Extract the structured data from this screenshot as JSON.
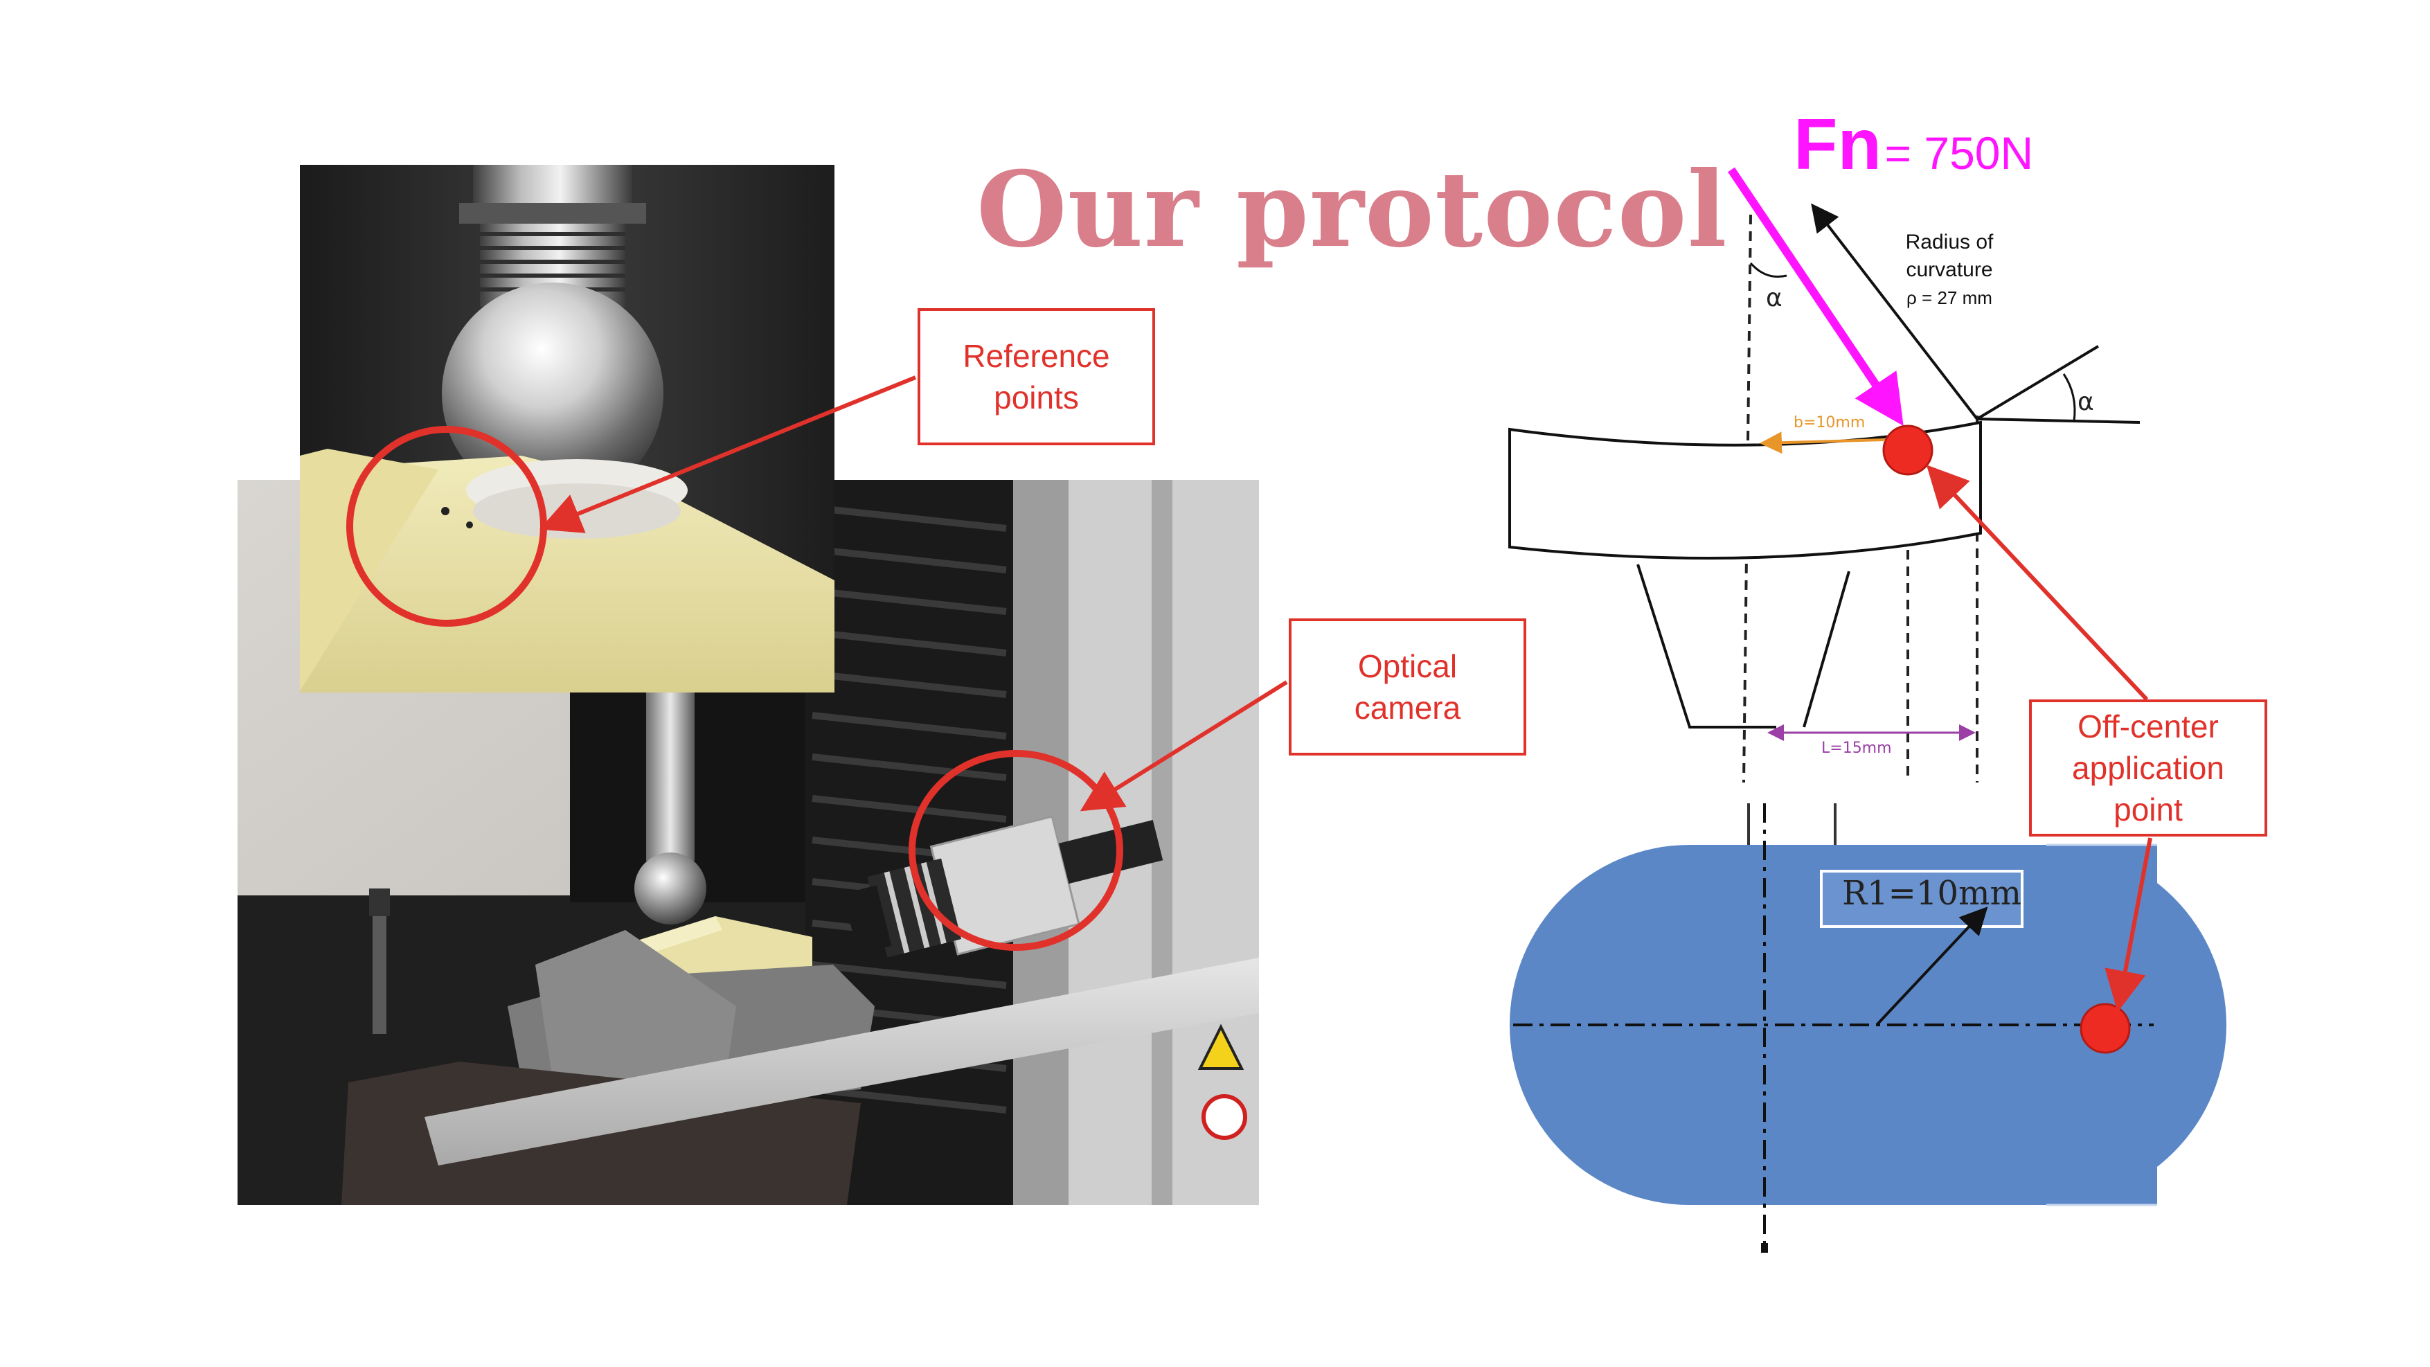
{
  "slide": {
    "title": "Our protocol"
  },
  "callouts": {
    "reference_points": "Reference points",
    "optical_camera": "Optical camera",
    "off_center": "Off-center application point"
  },
  "diagram": {
    "force_symbol": "Fn",
    "force_value": "= 750N",
    "radius_label_line1": "Radius of",
    "radius_label_line2": "curvature",
    "radius_label_line3": "ρ = 27 mm",
    "alpha_symbol": "α",
    "b_label": "b=10mm",
    "l_label": "L=15mm",
    "r_label": "R1=10mm"
  },
  "colors": {
    "title": "#d97f8b",
    "accent_red": "#e0322b",
    "force_magenta": "#ff14ff",
    "implant_blue": "#5b87c7",
    "dim_orange": "#e8952a",
    "dim_purple": "#9b3fa6"
  }
}
